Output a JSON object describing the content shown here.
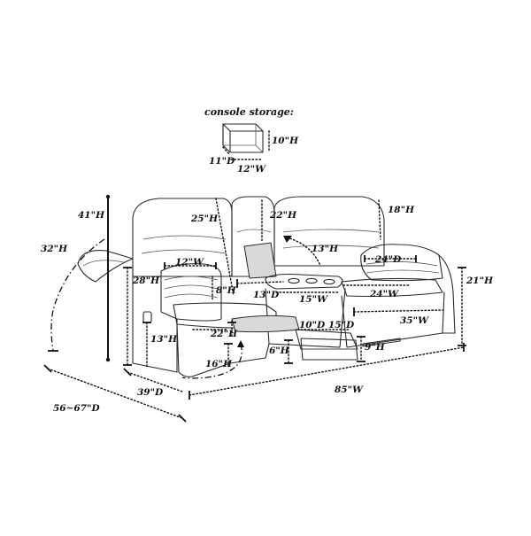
{
  "console": {
    "title": "console storage:",
    "height": "10\"H",
    "depth": "11\"D",
    "width": "12\"W"
  },
  "sofa": {
    "overall_height": "41\"H",
    "reclined_back_height": "32\"H",
    "back_height": "25\"H",
    "console_back_height": "22\"H",
    "headrest_height": "18\"H",
    "console_opening_height": "13\"H",
    "arm_width": "12\"W",
    "arm_height": "28\"H",
    "arm_pad_height": "8\"H",
    "seat_depth_left": "13\"D",
    "cupholder_width": "15\"W",
    "seat_width_right": "24\"W",
    "back_width_right": "24\"D",
    "side_height_right": "21\"H",
    "seat_width_total": "35\"W",
    "seat_height": "13\"H",
    "footrest_length": "22\"H",
    "footrest_height": "16\"H",
    "footrest_depth_a": "10\"D",
    "footrest_depth_b": "15\"D",
    "footrest_gap_height": "6\"H",
    "footrest_front_height": "9\"H",
    "sofa_depth": "39\"D",
    "reclined_depth": "56~67\"D",
    "overall_width": "85\"W"
  }
}
